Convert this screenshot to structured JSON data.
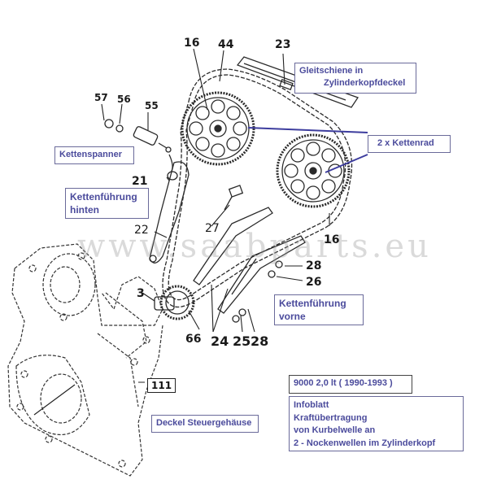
{
  "title": "Saab 9000 timing chain diagram",
  "part_numbers": {
    "p16_top": "16",
    "p44": "44",
    "p23": "23",
    "p57": "57",
    "p56": "56",
    "p55": "55",
    "p21": "21",
    "p22": "22",
    "p27": "27",
    "p16_right": "16",
    "p28_upper": "28",
    "p26": "26",
    "p3": "3",
    "p66": "66",
    "p24": "24",
    "p25": "25",
    "p28_lower": "28",
    "p111": "111"
  },
  "labels": {
    "gleitschiene": [
      "Gleitschiene in",
      "Zylinderkopfdeckel"
    ],
    "kettenrad": "2 x Kettenrad",
    "kettenspanner": "Kettenspanner",
    "kettenfuehrung_hinten": [
      "Kettenführung",
      "hinten"
    ],
    "kettenfuehrung_vorne": [
      "Kettenführung",
      "vorne"
    ],
    "deckel": "Deckel Steuergehäuse",
    "model": "9000  2,0 lt  ( 1990-1993 )",
    "info": [
      "Infoblatt",
      "Kraftübertragung",
      "von Kurbelwelle an",
      "2 - Nockenwellen im Zylinderkopf"
    ]
  },
  "watermark": "www.saabparts.eu",
  "colors": {
    "label_text": "#4b4b9c",
    "label_border": "#6a6a9a",
    "pointer_line": "#3d3d9e",
    "drawing": "#2a2a2a"
  }
}
